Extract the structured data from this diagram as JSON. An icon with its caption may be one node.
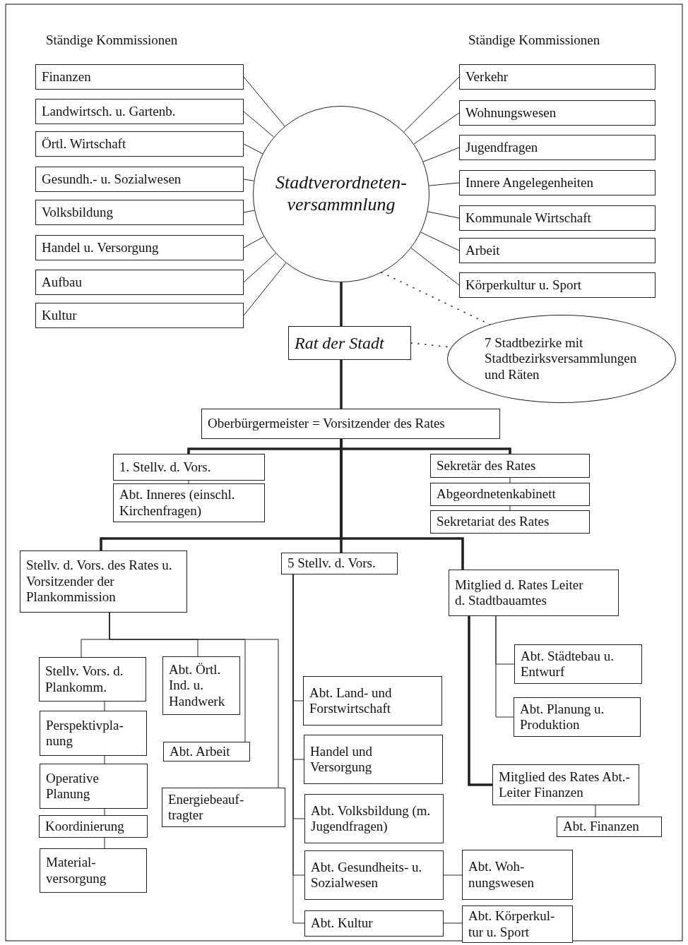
{
  "diagram": {
    "nodes": [
      {
        "text": [
          "Stadtverordneten- versammnlung"
        ]
      },
      {
        "text": [
          "Finanzen"
        ]
      },
      {
        "text": [
          "Landwirtsch. u. Gartenb."
        ]
      },
      {
        "text": [
          "Örtl. Wirtschaft"
        ]
      },
      {
        "text": [
          "Gesundh.- u. Sozialwesen"
        ]
      },
      {
        "text": [
          "Volksbildung"
        ]
      },
      {
        "text": [
          "Handel u. Versorgung"
        ]
      },
      {
        "text": [
          "Aufbau"
        ]
      },
      {
        "text": [
          "Kultur"
        ]
      },
      {
        "text": [
          "Verkehr"
        ]
      },
      {
        "text": [
          "Wohnungswesen"
        ]
      },
      {
        "text": [
          "Jugendfragen"
        ]
      },
      {
        "text": [
          "Innere Angelegenheiten"
        ]
      },
      {
        "text": [
          "Kommunale Wirtschaft"
        ]
      },
      {
        "text": [
          "Arbeit"
        ]
      },
      {
        "text": [
          "Körperkultur u. Sport"
        ]
      },
      {
        "text": [
          "Rat der Stadt"
        ]
      },
      {
        "text": [
          "7 Stadtbezirke mit Stadtbezirksversammlungen und Räten"
        ]
      },
      {
        "text": [
          "Oberbürgermeister = Vorsitzender des Rates"
        ]
      },
      {
        "text": [
          "1. Stellv. d. Vors."
        ]
      },
      {
        "text": [
          "Abt. Inneres (einschl. Kirchenfragen)"
        ]
      },
      {
        "text": [
          "Sekretär des Rates"
        ]
      },
      {
        "text": [
          "Abgeordnetenkabinett"
        ]
      },
      {
        "text": [
          "Sekretariat des Rates"
        ]
      },
      {
        "text": [
          "Stellv. d. Vors. des Rates u. Vorsitzender der Plankommission"
        ]
      },
      {
        "text": [
          "5 Stellv. d. Vors."
        ]
      },
      {
        "text": [
          "Mitglied d. Rates Leiter d. Stadtbauamtes"
        ]
      },
      {
        "text": [
          "Stellv. Vors. d. Plankomm."
        ]
      },
      {
        "text": [
          "Abt. Örtl. Ind. u. Handwerk"
        ]
      },
      {
        "text": [
          "Perspektivpla- nung"
        ]
      },
      {
        "text": [
          "Abt. Arbeit"
        ]
      },
      {
        "text": [
          "Operative Planung"
        ]
      },
      {
        "text": [
          "Energiebeauf- tragter"
        ]
      },
      {
        "text": [
          "Koordinierung"
        ]
      },
      {
        "text": [
          "Material- versorgung"
        ]
      },
      {
        "text": [
          "Abt. Städtebau u. Entwurf"
        ]
      },
      {
        "text": [
          "Abt. Planung u. Produktion"
        ]
      },
      {
        "text": [
          "Abt. Land- und Forstwirtschaft"
        ]
      },
      {
        "text": [
          "Handel und Versorgung"
        ]
      },
      {
        "text": [
          "Abt. Volksbildung (m. Jugendfragen)"
        ]
      },
      {
        "text": [
          "Abt. Gesundheits- u. Sozialwesen"
        ]
      },
      {
        "text": [
          "Abt. Woh- nungswesen"
        ]
      },
      {
        "text": [
          "Abt. Kultur"
        ]
      },
      {
        "text": [
          "Abt. Körperkul- tur u. Sport"
        ]
      },
      {
        "text": [
          "Mitglied des Rates Abt.-Leiter Finanzen"
        ]
      },
      {
        "text": [
          "Abt. Finanzen"
        ]
      }
    ],
    "edges": [
      {
        "from": 0,
        "to": 1,
        "arrow": "none"
      },
      {
        "from": 0,
        "to": 2,
        "arrow": "none"
      },
      {
        "from": 0,
        "to": 3,
        "arrow": "none"
      },
      {
        "from": 0,
        "to": 4,
        "arrow": "none"
      },
      {
        "from": 0,
        "to": 5,
        "arrow": "none"
      },
      {
        "from": 0,
        "to": 6,
        "arrow": "none"
      },
      {
        "from": 0,
        "to": 7,
        "arrow": "none"
      },
      {
        "from": 0,
        "to": 8,
        "arrow": "none"
      },
      {
        "from": 0,
        "to": 9,
        "arrow": "none"
      },
      {
        "from": 0,
        "to": 10,
        "arrow": "none"
      },
      {
        "from": 0,
        "to": 11,
        "arrow": "none"
      },
      {
        "from": 0,
        "to": 12,
        "arrow": "none"
      },
      {
        "from": 0,
        "to": 13,
        "arrow": "none"
      },
      {
        "from": 0,
        "to": 14,
        "arrow": "none"
      },
      {
        "from": 0,
        "to": 15,
        "arrow": "none"
      },
      {
        "from": 0,
        "to": 16,
        "arrow": "none",
        "style": "thick"
      },
      {
        "from": 0,
        "to": 17,
        "arrow": "none",
        "style": "dashed"
      },
      {
        "from": 16,
        "to": 17,
        "arrow": "none",
        "style": "dashed"
      },
      {
        "from": 16,
        "to": 18,
        "arrow": "none",
        "style": "thick"
      },
      {
        "from": 18,
        "to": 19,
        "arrow": "none",
        "style": "thick"
      },
      {
        "from": 18,
        "to": 21,
        "arrow": "none",
        "style": "thick"
      },
      {
        "from": 19,
        "to": 20,
        "arrow": "none"
      },
      {
        "from": 21,
        "to": 22,
        "arrow": "none"
      },
      {
        "from": 22,
        "to": 23,
        "arrow": "none"
      },
      {
        "from": 18,
        "to": 24,
        "arrow": "none",
        "style": "thick"
      },
      {
        "from": 18,
        "to": 25,
        "arrow": "none",
        "style": "thick"
      },
      {
        "from": 18,
        "to": 26,
        "arrow": "none",
        "style": "thick"
      },
      {
        "from": 24,
        "to": 27,
        "arrow": "none"
      },
      {
        "from": 24,
        "to": 28,
        "arrow": "none"
      },
      {
        "from": 24,
        "to": 30,
        "arrow": "none"
      },
      {
        "from": 24,
        "to": 32,
        "arrow": "none"
      },
      {
        "from": 27,
        "to": 29,
        "arrow": "none"
      },
      {
        "from": 29,
        "to": 31,
        "arrow": "none"
      },
      {
        "from": 31,
        "to": 33,
        "arrow": "none"
      },
      {
        "from": 33,
        "to": 34,
        "arrow": "none"
      },
      {
        "from": 26,
        "to": 35,
        "arrow": "none"
      },
      {
        "from": 26,
        "to": 36,
        "arrow": "none"
      },
      {
        "from": 26,
        "to": 44,
        "arrow": "none",
        "style": "thick"
      },
      {
        "from": 44,
        "to": 45,
        "arrow": "none"
      },
      {
        "from": 25,
        "to": 37,
        "arrow": "none"
      },
      {
        "from": 25,
        "to": 38,
        "arrow": "none"
      },
      {
        "from": 25,
        "to": 39,
        "arrow": "none"
      },
      {
        "from": 25,
        "to": 40,
        "arrow": "none"
      },
      {
        "from": 25,
        "to": 42,
        "arrow": "none"
      },
      {
        "from": 40,
        "to": 41,
        "arrow": "none"
      },
      {
        "from": 42,
        "to": 43,
        "arrow": "none"
      }
    ],
    "labels": [
      "Ständige Kommissionen",
      "Ständige Kommissionen"
    ]
  }
}
